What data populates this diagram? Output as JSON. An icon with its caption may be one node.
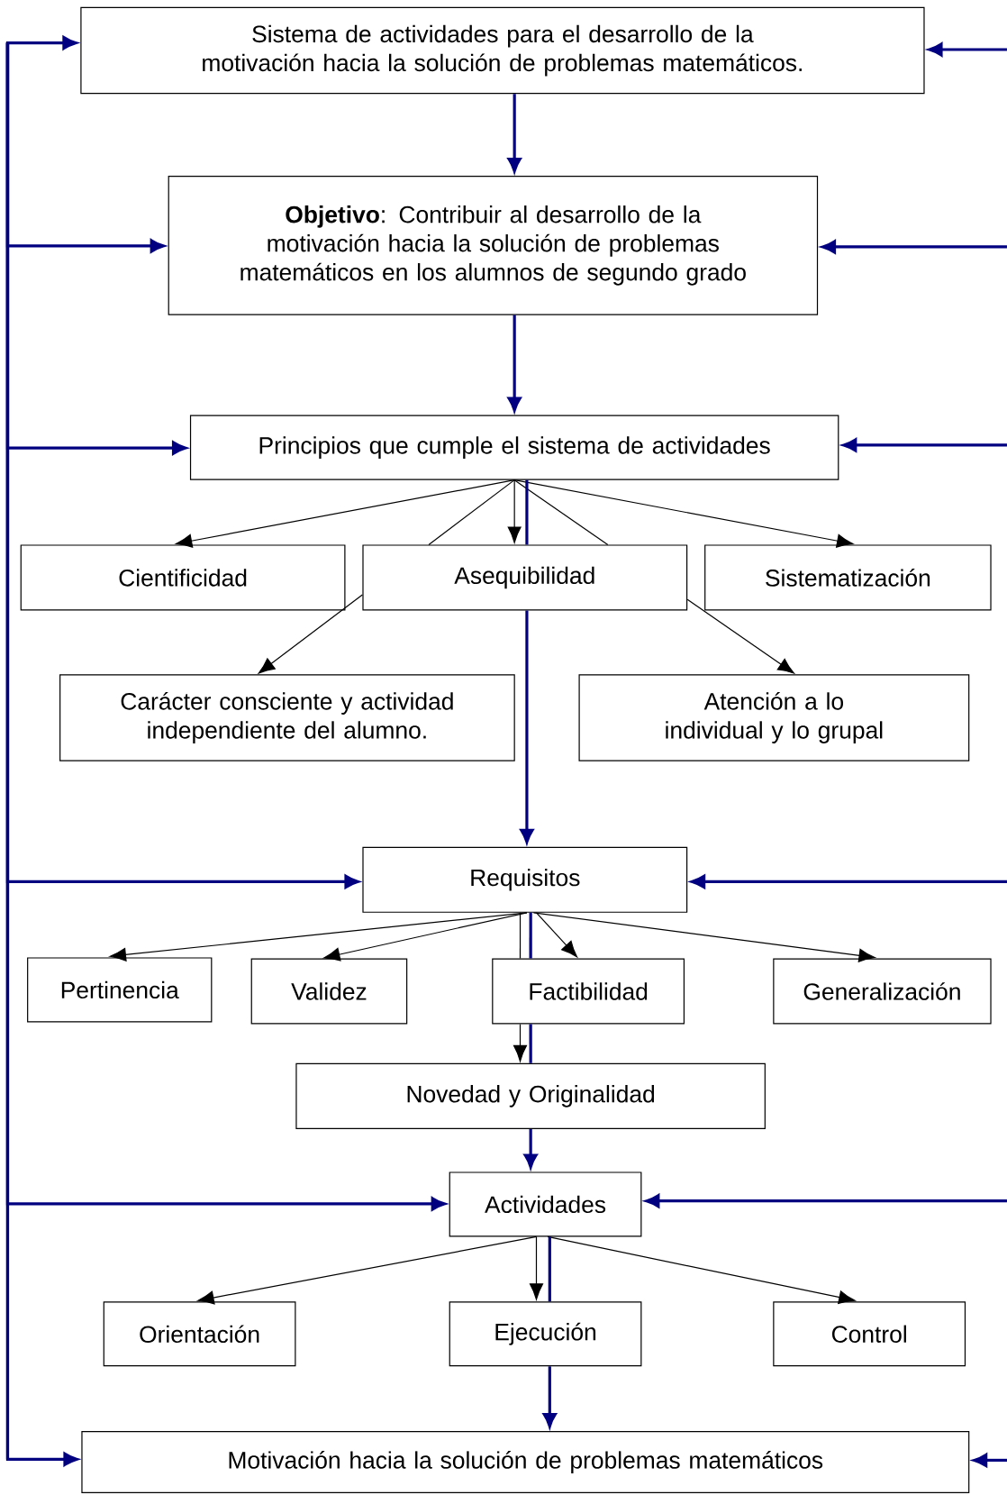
{
  "diagram": {
    "nodes": [
      {
        "text": [
          "Sistema de actividades para el desarrollo de la motivación hacia la solución de problemas matemáticos."
        ]
      },
      {
        "text": [
          "**Objetivo**: Contribuir al desarrollo de la motivación hacia la solución de problemas matemáticos en los alumnos de segundo grado"
        ]
      },
      {
        "text": [
          "Principios que cumple el sistema de actividades"
        ]
      },
      {
        "text": [
          "Cientificidad"
        ]
      },
      {
        "text": [
          "Asequibilidad"
        ]
      },
      {
        "text": [
          "Sistematización"
        ]
      },
      {
        "text": [
          "Carácter consciente y actividad independiente del alumno."
        ]
      },
      {
        "text": [
          "Atención a lo individual y lo grupal"
        ]
      },
      {
        "text": [
          "Requisitos"
        ]
      },
      {
        "text": [
          "Pertinencia"
        ]
      },
      {
        "text": [
          "Validez"
        ]
      },
      {
        "text": [
          "Factibilidad"
        ]
      },
      {
        "text": [
          "Generalización"
        ]
      },
      {
        "text": [
          "Novedad y Originalidad"
        ]
      },
      {
        "text": [
          "Actividades"
        ]
      },
      {
        "text": [
          "Orientación"
        ]
      },
      {
        "text": [
          "Ejecución"
        ]
      },
      {
        "text": [
          "Control"
        ]
      },
      {
        "text": [
          "Motivación hacia la solución de problemas matemáticos"
        ]
      }
    ],
    "edges": [
      {
        "from": 0,
        "to": 1,
        "arrow": "to"
      },
      {
        "from": 1,
        "to": 2,
        "arrow": "to"
      },
      {
        "from": 2,
        "to": 3,
        "arrow": "to",
        "color": "#000000"
      },
      {
        "from": 2,
        "to": 4,
        "arrow": "to",
        "color": "#000000"
      },
      {
        "from": 2,
        "to": 5,
        "arrow": "to",
        "color": "#000000"
      },
      {
        "from": 2,
        "to": 4,
        "arrow": "none",
        "color": "#000000"
      },
      {
        "from": 2,
        "to": 4,
        "arrow": "none",
        "color": "#000000"
      },
      {
        "from": 4,
        "to": 6,
        "arrow": "to",
        "color": "#000000"
      },
      {
        "from": 4,
        "to": 7,
        "arrow": "to",
        "color": "#000000"
      },
      {
        "from": 2,
        "to": 4,
        "arrow": "none"
      },
      {
        "from": 4,
        "to": 8,
        "arrow": "to"
      },
      {
        "from": 8,
        "to": 9,
        "arrow": "to",
        "color": "#000000"
      },
      {
        "from": 8,
        "to": 10,
        "arrow": "to",
        "color": "#000000"
      },
      {
        "from": 8,
        "to": 11,
        "arrow": "to",
        "color": "#000000"
      },
      {
        "from": 8,
        "to": 12,
        "arrow": "to",
        "color": "#000000"
      },
      {
        "from": 8,
        "to": 11,
        "arrow": "none",
        "color": "#000000"
      },
      {
        "from": 11,
        "to": 13,
        "arrow": "to",
        "color": "#000000"
      },
      {
        "from": 8,
        "to": 11,
        "arrow": "none"
      },
      {
        "from": 11,
        "to": 13,
        "arrow": "none"
      },
      {
        "from": 13,
        "to": 14,
        "arrow": "to"
      },
      {
        "from": 14,
        "to": 15,
        "arrow": "to",
        "color": "#000000"
      },
      {
        "from": 14,
        "to": 16,
        "arrow": "to",
        "color": "#000000"
      },
      {
        "from": 14,
        "to": 17,
        "arrow": "to",
        "color": "#000000"
      },
      {
        "from": 14,
        "to": 16,
        "arrow": "none"
      },
      {
        "from": 16,
        "to": 18,
        "arrow": "to"
      },
      {
        "from": null,
        "to": 0,
        "arrow": "to"
      },
      {
        "from": null,
        "to": 1,
        "arrow": "to"
      },
      {
        "from": null,
        "to": 2,
        "arrow": "to"
      },
      {
        "from": null,
        "to": 8,
        "arrow": "to"
      },
      {
        "from": null,
        "to": 14,
        "arrow": "to"
      },
      {
        "from": null,
        "to": 18,
        "arrow": "to"
      },
      {
        "from": null,
        "to": 0,
        "arrow": "to"
      },
      {
        "from": null,
        "to": 1,
        "arrow": "to"
      },
      {
        "from": null,
        "to": 2,
        "arrow": "to"
      },
      {
        "from": null,
        "to": 8,
        "arrow": "to"
      },
      {
        "from": null,
        "to": 14,
        "arrow": "to"
      },
      {
        "from": null,
        "to": 18,
        "arrow": "to"
      }
    ]
  }
}
